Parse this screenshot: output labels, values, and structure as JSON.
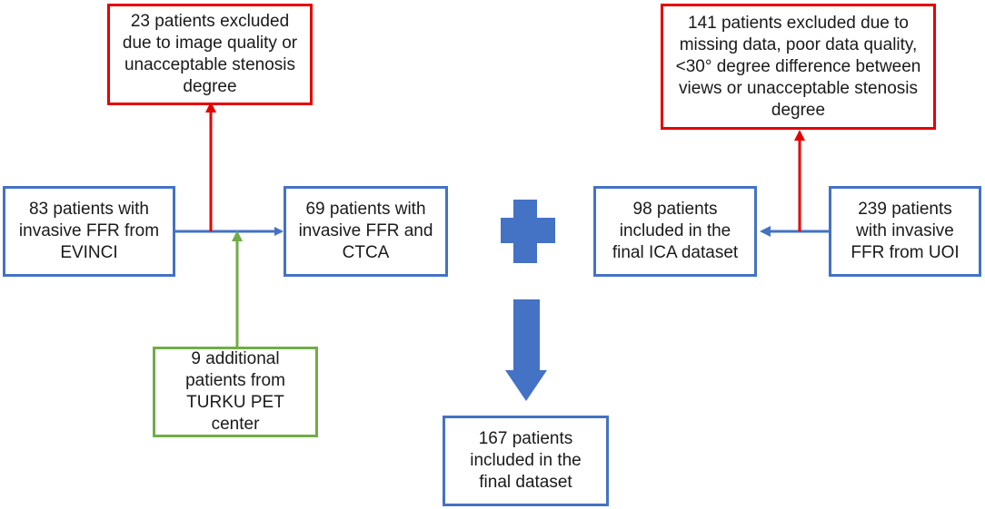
{
  "boxes": {
    "excluded_23": "23 patients excluded\ndue to image quality or\nunacceptable stenosis\ndegree",
    "evinci": "83 patients with\ninvasive FFR from\nEVINCI",
    "ctca_69": "69 patients with\ninvasive FFR and\nCTCA",
    "turku_9": "9 additional\npatients from\nTURKU PET center",
    "final_167": "167 patients\nincluded in the\nfinal dataset",
    "excluded_141": "141 patients excluded due to\nmissing data, poor data quality,\n<30° degree difference between\nviews or unacceptable stenosis\ndegree",
    "ica_98": "98 patients\nincluded in the\nfinal ICA dataset",
    "uoi_239": "239 patients\nwith invasive\nFFR from UOI"
  },
  "colors": {
    "blue": "#4472c4",
    "red": "#e60000",
    "green": "#70ad47"
  }
}
